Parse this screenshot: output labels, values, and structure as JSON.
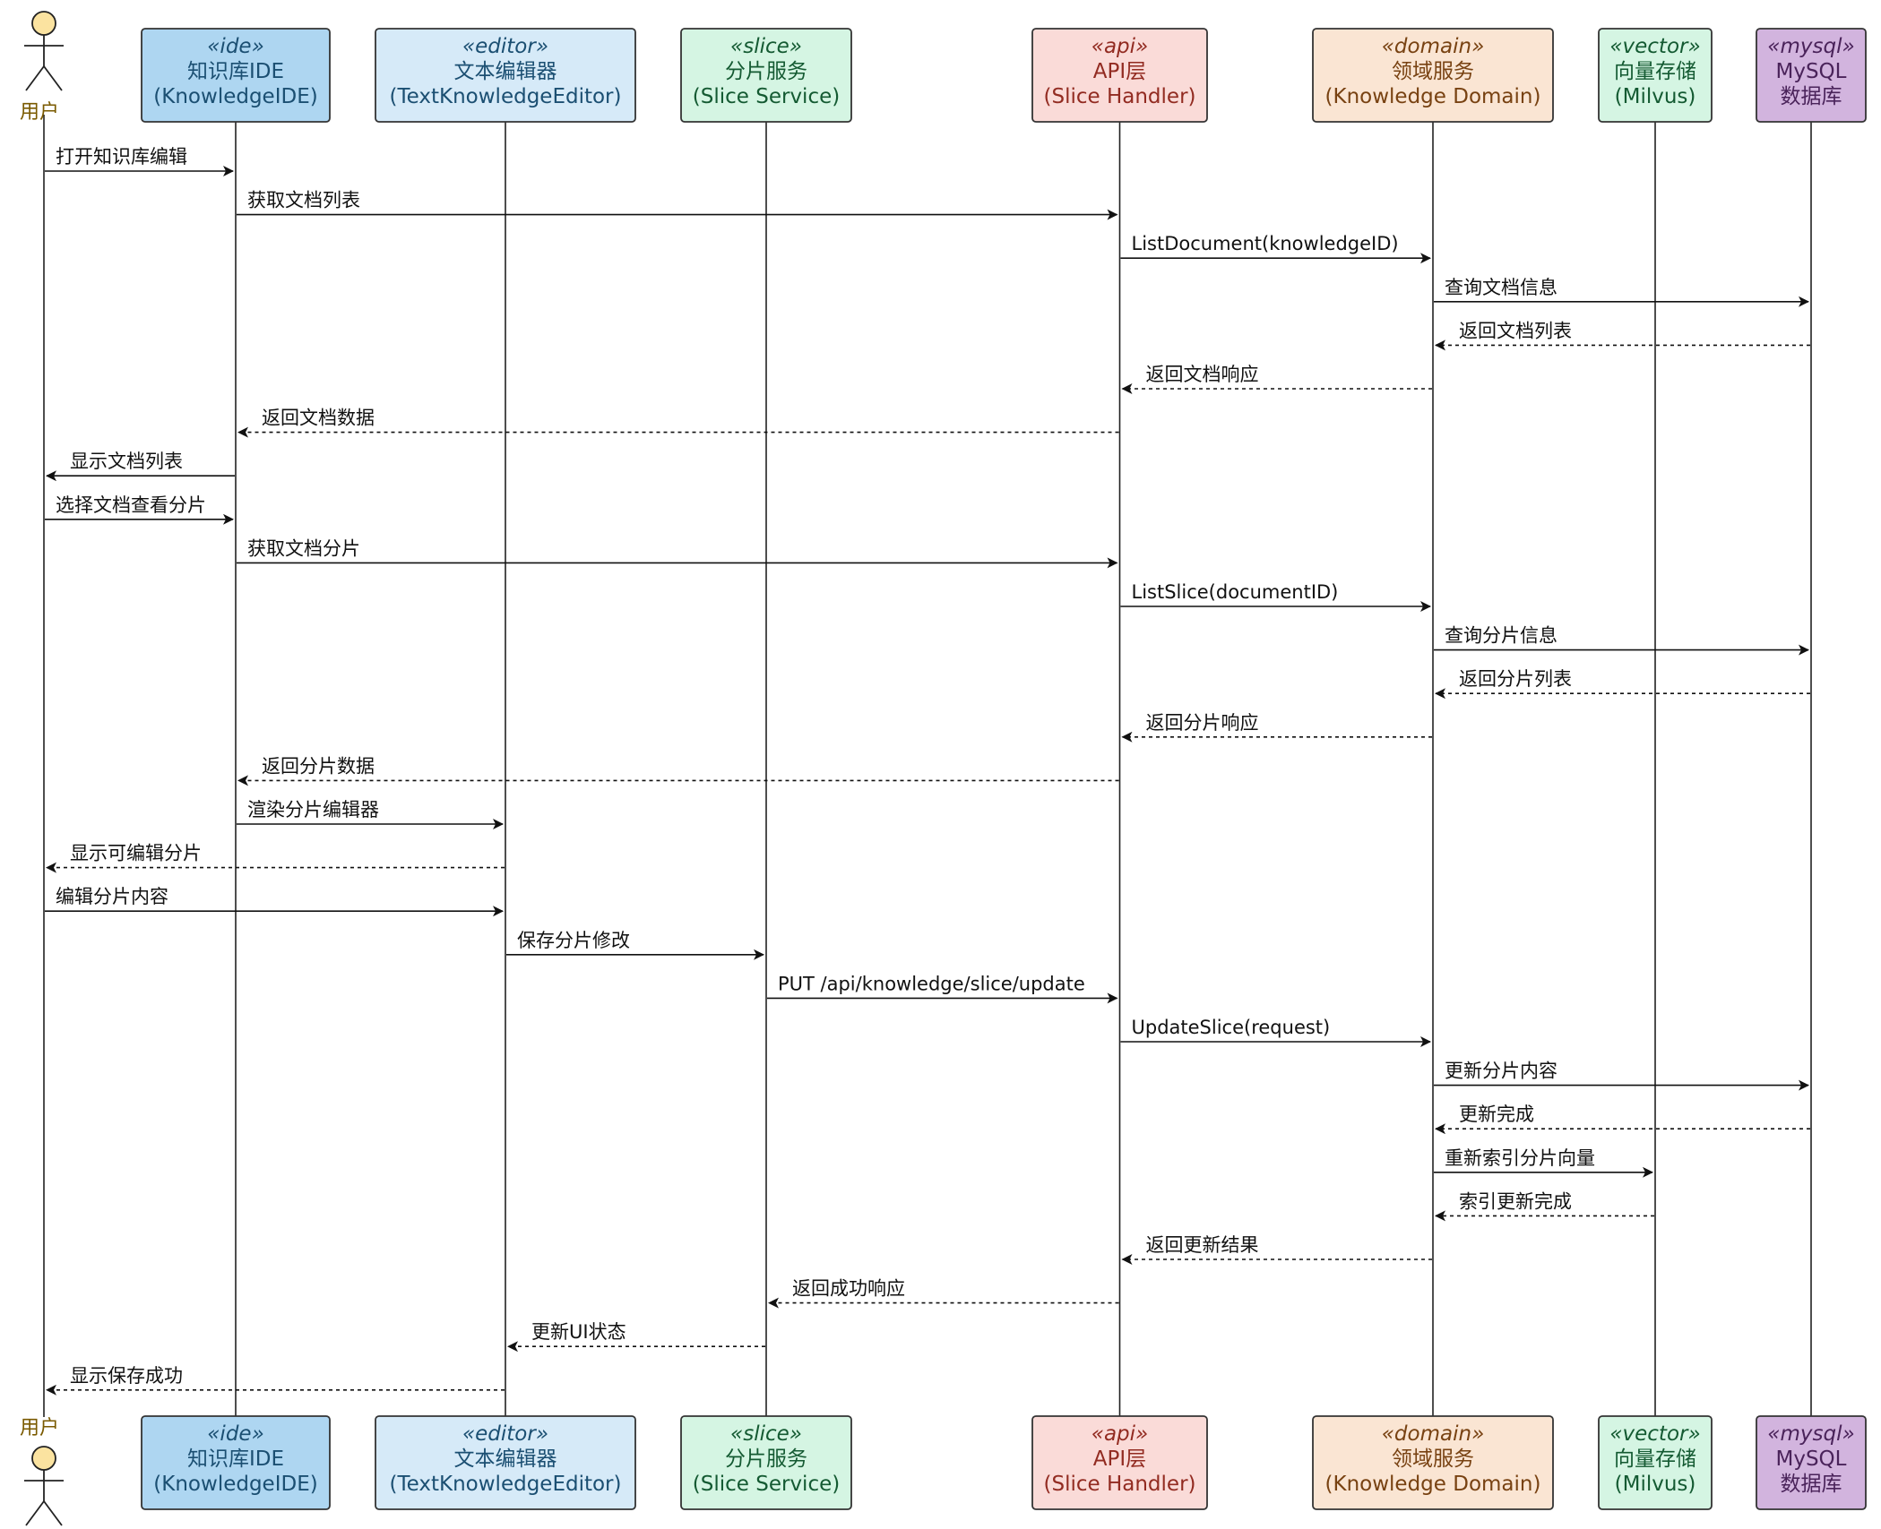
{
  "diagram": {
    "type": "sequence",
    "actor": {
      "label": "用户",
      "fill": "#fbe3a0",
      "text_color": "#7a5a00"
    },
    "participants": [
      {
        "id": "ide",
        "stereotype": "«ide»",
        "name": "知识库IDE",
        "sub": "(KnowledgeIDE)",
        "fill": "#aed6f1",
        "stroke": "#333333",
        "text_color": "#1b4f72"
      },
      {
        "id": "editor",
        "stereotype": "«editor»",
        "name": "文本编辑器",
        "sub": "(TextKnowledgeEditor)",
        "fill": "#d6eaf8",
        "stroke": "#333333",
        "text_color": "#1b4f72"
      },
      {
        "id": "slice",
        "stereotype": "«slice»",
        "name": "分片服务",
        "sub": "(Slice Service)",
        "fill": "#d5f5e3",
        "stroke": "#333333",
        "text_color": "#145a32"
      },
      {
        "id": "api",
        "stereotype": "«api»",
        "name": "API层",
        "sub": "(Slice Handler)",
        "fill": "#fadbd8",
        "stroke": "#333333",
        "text_color": "#922b21"
      },
      {
        "id": "domain",
        "stereotype": "«domain»",
        "name": "领域服务",
        "sub": "(Knowledge Domain)",
        "fill": "#fae5d3",
        "stroke": "#333333",
        "text_color": "#784212"
      },
      {
        "id": "vector",
        "stereotype": "«vector»",
        "name": "向量存储",
        "sub": "(Milvus)",
        "fill": "#d5f5e3",
        "stroke": "#333333",
        "text_color": "#145a32"
      },
      {
        "id": "mysql",
        "stereotype": "«mysql»",
        "name": "MySQL",
        "sub": "数据库",
        "fill": "#d2b4de",
        "stroke": "#333333",
        "text_color": "#4a235a"
      }
    ],
    "messages": [
      {
        "from": "user",
        "to": "ide",
        "label": "打开知识库编辑",
        "dashed": false
      },
      {
        "from": "ide",
        "to": "api",
        "label": "获取文档列表",
        "dashed": false
      },
      {
        "from": "api",
        "to": "domain",
        "label": "ListDocument(knowledgeID)",
        "dashed": false
      },
      {
        "from": "domain",
        "to": "mysql",
        "label": "查询文档信息",
        "dashed": false
      },
      {
        "from": "mysql",
        "to": "domain",
        "label": "返回文档列表",
        "dashed": true
      },
      {
        "from": "domain",
        "to": "api",
        "label": "返回文档响应",
        "dashed": true
      },
      {
        "from": "api",
        "to": "ide",
        "label": "返回文档数据",
        "dashed": true
      },
      {
        "from": "ide",
        "to": "user",
        "label": "显示文档列表",
        "dashed": false
      },
      {
        "from": "user",
        "to": "ide",
        "label": "选择文档查看分片",
        "dashed": false
      },
      {
        "from": "ide",
        "to": "api",
        "label": "获取文档分片",
        "dashed": false
      },
      {
        "from": "api",
        "to": "domain",
        "label": "ListSlice(documentID)",
        "dashed": false
      },
      {
        "from": "domain",
        "to": "mysql",
        "label": "查询分片信息",
        "dashed": false
      },
      {
        "from": "mysql",
        "to": "domain",
        "label": "返回分片列表",
        "dashed": true
      },
      {
        "from": "domain",
        "to": "api",
        "label": "返回分片响应",
        "dashed": true
      },
      {
        "from": "api",
        "to": "ide",
        "label": "返回分片数据",
        "dashed": true
      },
      {
        "from": "ide",
        "to": "editor",
        "label": "渲染分片编辑器",
        "dashed": false
      },
      {
        "from": "editor",
        "to": "user",
        "label": "显示可编辑分片",
        "dashed": true
      },
      {
        "from": "user",
        "to": "editor",
        "label": "编辑分片内容",
        "dashed": false
      },
      {
        "from": "editor",
        "to": "slice",
        "label": "保存分片修改",
        "dashed": false
      },
      {
        "from": "slice",
        "to": "api",
        "label": "PUT /api/knowledge/slice/update",
        "dashed": false
      },
      {
        "from": "api",
        "to": "domain",
        "label": "UpdateSlice(request)",
        "dashed": false
      },
      {
        "from": "domain",
        "to": "mysql",
        "label": "更新分片内容",
        "dashed": false
      },
      {
        "from": "mysql",
        "to": "domain",
        "label": "更新完成",
        "dashed": true
      },
      {
        "from": "domain",
        "to": "vector",
        "label": "重新索引分片向量",
        "dashed": false
      },
      {
        "from": "vector",
        "to": "domain",
        "label": "索引更新完成",
        "dashed": true
      },
      {
        "from": "domain",
        "to": "api",
        "label": "返回更新结果",
        "dashed": true
      },
      {
        "from": "api",
        "to": "slice",
        "label": "返回成功响应",
        "dashed": true
      },
      {
        "from": "slice",
        "to": "editor",
        "label": "更新UI状态",
        "dashed": true
      },
      {
        "from": "editor",
        "to": "user",
        "label": "显示保存成功",
        "dashed": true
      }
    ]
  }
}
